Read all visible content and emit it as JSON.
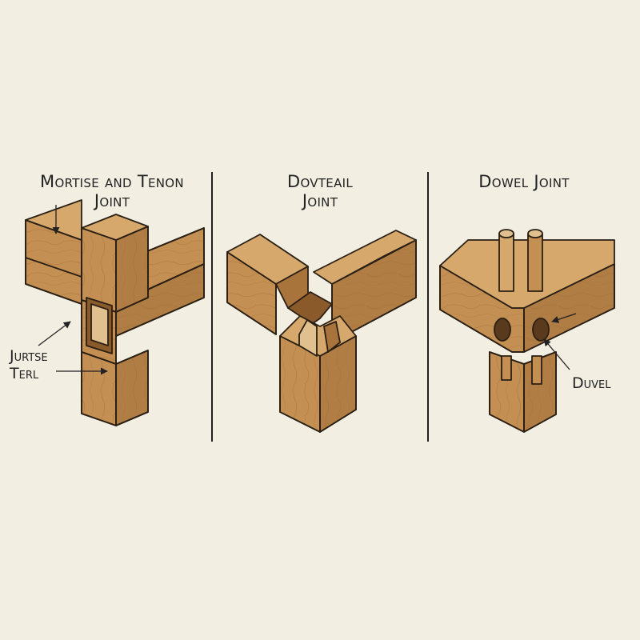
{
  "panels": [
    {
      "title_line1": "Mortise and Tenon",
      "title_line2": "Joint"
    },
    {
      "title_line1": "Dovteail",
      "title_line2": "Joint"
    },
    {
      "title_line1": "Dowel Joint",
      "title_line2": ""
    }
  ],
  "labels": {
    "mortise_label_line1": "Jurtse",
    "mortise_label_line2": "Terl",
    "dowel_label": "Duvel"
  },
  "colors": {
    "background": "#f2eee2",
    "wood_light": "#d6a86c",
    "wood_mid": "#c48f52",
    "wood_dark": "#a8743c",
    "outline": "#2a1f14"
  }
}
